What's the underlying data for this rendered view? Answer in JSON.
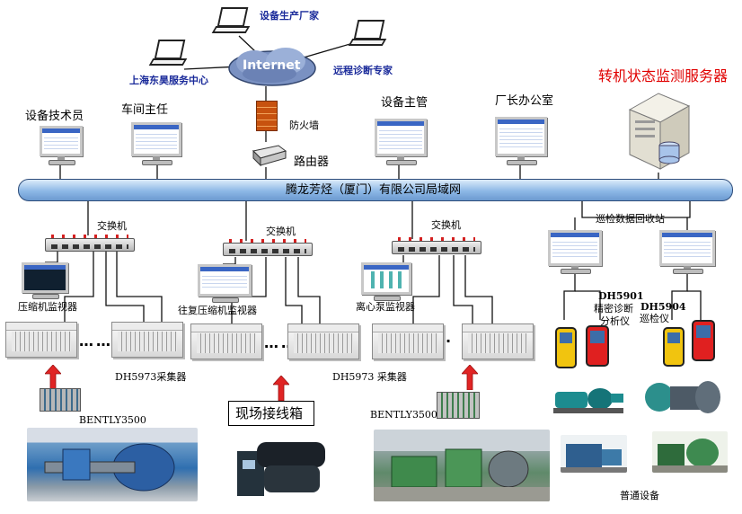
{
  "colors": {
    "lan_bus": "#8db8e6",
    "arrow_red": "#e02424",
    "title_red": "#e00000",
    "label_blue": "#1a2a9a",
    "cloud": "#6d86b8"
  },
  "top": {
    "internet": "Internet",
    "manufacturer": "设备生产厂家",
    "shanghai_service": "上海东昊服务中心",
    "remote_expert": "远程诊断专家",
    "firewall": "防火墙",
    "router": "路由器"
  },
  "server_title": "转机状态监测服务器",
  "stations": {
    "tech": "设备技术员",
    "workshop": "车间主任",
    "manager": "设备主管",
    "director": "厂长办公室"
  },
  "lan_label": "腾龙芳烃（厦门）有限公司局域网",
  "switches": {
    "s1": "交换机",
    "s2": "交换机",
    "s3": "交换机"
  },
  "inspection_station": "巡检数据回收站",
  "monitors": {
    "compressor": "压缩机监视器",
    "reciprocating": "往复压缩机监视器",
    "centrifugal": "离心泵监视器"
  },
  "collectors": {
    "left": "DH5973采集器",
    "right": "DH5973 采集器",
    "dots": "……"
  },
  "field_box": "现场接线箱",
  "bently_left": "BENTLY3500",
  "bently_right": "BENTLY3500",
  "instruments": {
    "dh5901_model": "DH5901",
    "dh5901_line1": "精密诊断",
    "dh5901_line2": "分析仪",
    "dh5904_model": "DH5904",
    "dh5904_line1": "巡检仪"
  },
  "ordinary_equipment": "普通设备",
  "icons": {
    "laptop": "laptop-icon",
    "cloud": "cloud-icon",
    "firewall": "firewall-icon",
    "router": "router-icon",
    "server": "server-icon",
    "monitor": "monitor-icon",
    "switch": "network-switch-icon",
    "rack": "collector-rack-icon",
    "arrow": "up-arrow-icon"
  }
}
